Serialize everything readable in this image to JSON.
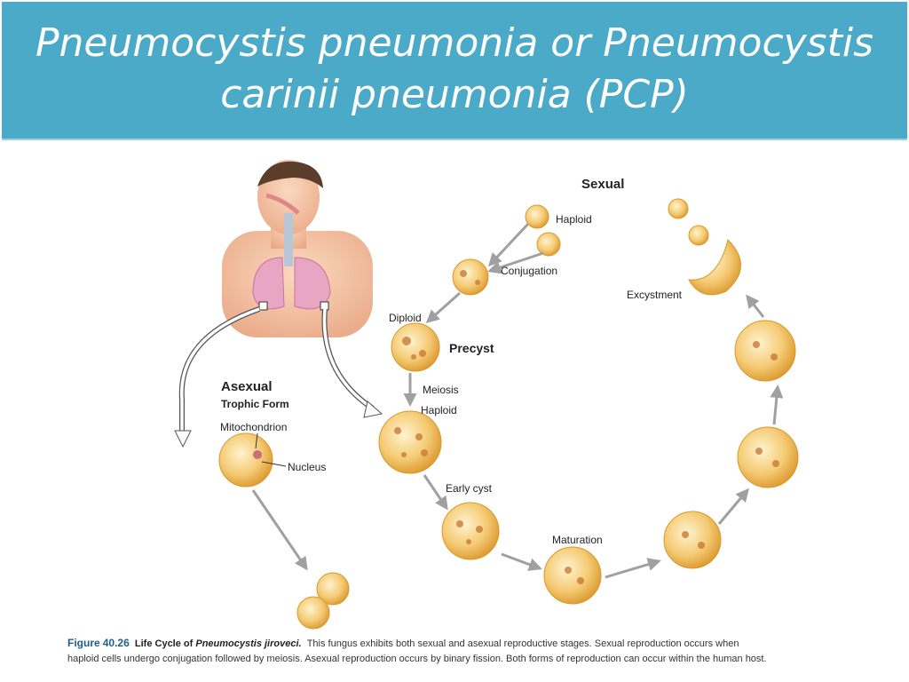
{
  "title": {
    "line1": "Pneumocystis pneumonia  or Pneumocystis",
    "line2": "carinii pneumonia (PCP)"
  },
  "diagram": {
    "labels": {
      "sexual": "Sexual",
      "haploid_top": "Haploid",
      "conjugation": "Conjugation",
      "diploid": "Diploid",
      "precyst": "Precyst",
      "meiosis": "Meiosis",
      "haploid_mid": "Haploid",
      "early_cyst": "Early cyst",
      "maturation": "Maturation",
      "excystment": "Excystment",
      "asexual": "Asexual",
      "trophic_form": "Trophic Form",
      "mitochondrion": "Mitochondrion",
      "nucleus": "Nucleus"
    }
  },
  "caption": {
    "figure": "Figure",
    "number": "40.26",
    "title_prefix": "Life Cycle of",
    "species": "Pneumocystis jiroveci.",
    "text1": "This fungus exhibits both sexual and asexual reproductive stages. Sexual reproduction occurs when",
    "text2": "haploid cells undergo conjugation followed by meiosis. Asexual reproduction occurs by binary fission. Both forms of reproduction can occur within the human host."
  },
  "colors": {
    "title_bg": "#4aaac8",
    "cell_fill": "#f3c46a",
    "cell_edge": "#d99a2b",
    "arrow": "#9a9a9a"
  }
}
